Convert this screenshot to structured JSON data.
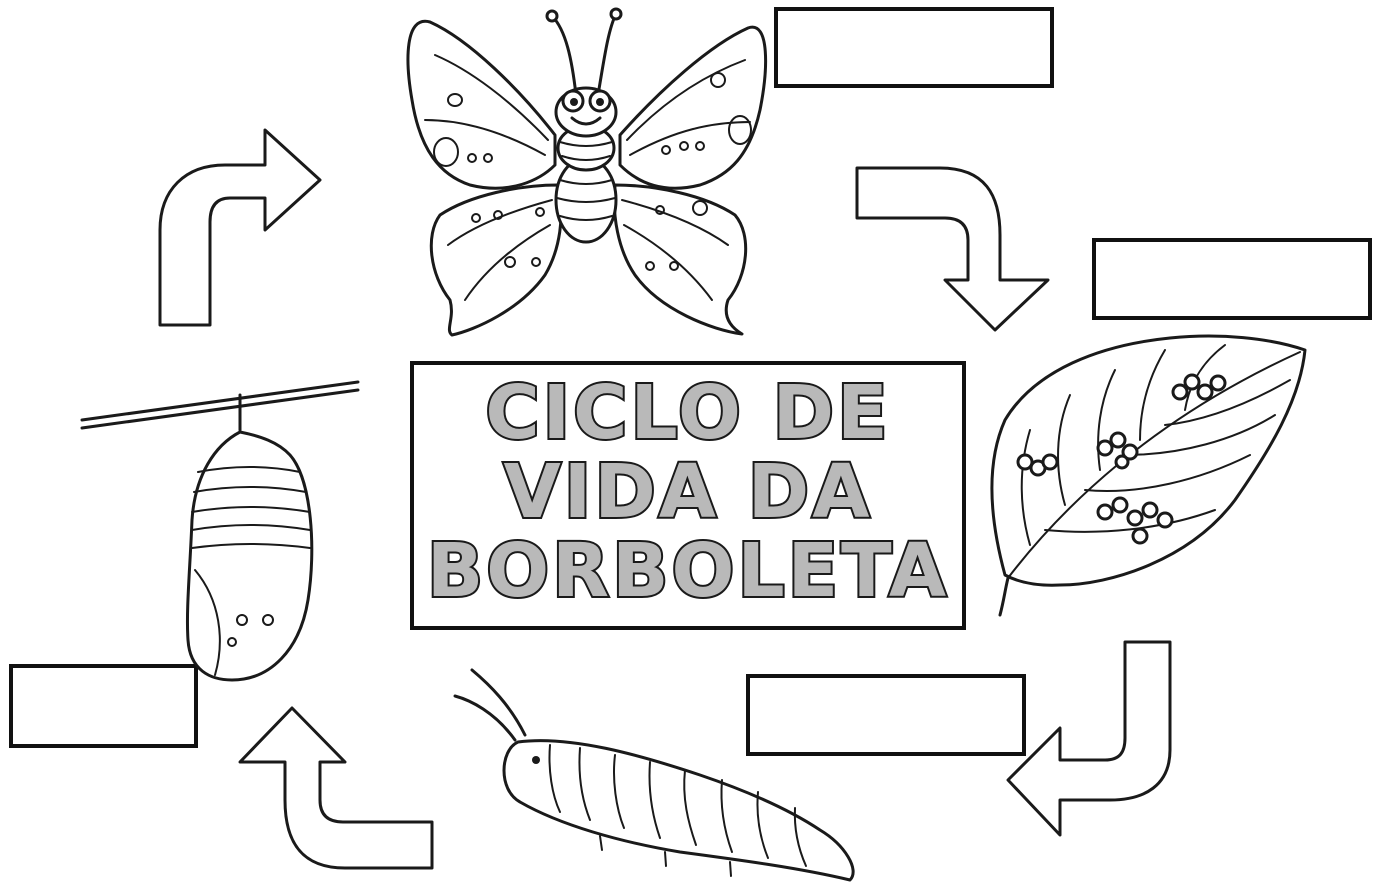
{
  "title": {
    "line1": "CICLO DE",
    "line2": "VIDA DA",
    "line3": "BORBOLETA"
  },
  "label_boxes": [
    {
      "stage": "butterfly",
      "text": ""
    },
    {
      "stage": "eggs",
      "text": ""
    },
    {
      "stage": "caterpillar",
      "text": ""
    },
    {
      "stage": "chrysalis",
      "text": ""
    }
  ],
  "icons": [
    "butterfly-icon",
    "leaf-with-eggs-icon",
    "caterpillar-icon",
    "chrysalis-icon",
    "cycle-arrow-icon"
  ],
  "colors": {
    "line": "#1a1a1a",
    "background": "#ffffff",
    "title_fill": "#b9b9b9"
  }
}
